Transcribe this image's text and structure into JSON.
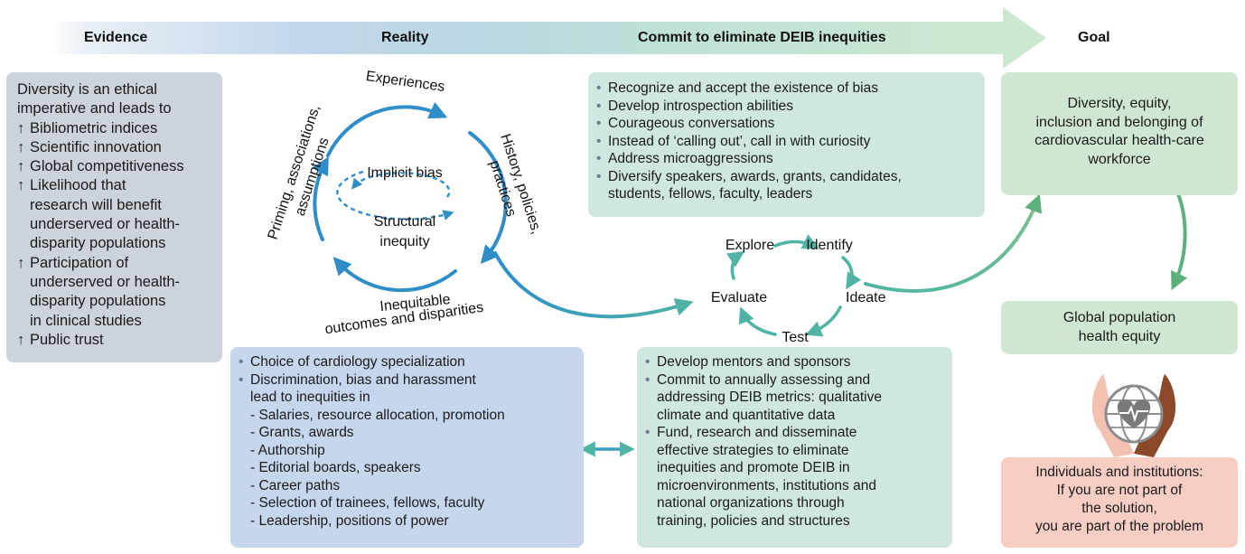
{
  "header": {
    "evidence": "Evidence",
    "reality": "Reality",
    "commit": "Commit to eliminate DEIB inequities",
    "goal": "Goal"
  },
  "evidence": {
    "intro_line1": "Diversity is an ethical",
    "intro_line2": "imperative and leads to",
    "up_symbol": "↑",
    "items": [
      [
        "Bibliometric indices"
      ],
      [
        "Scientific innovation"
      ],
      [
        "Global competitiveness"
      ],
      [
        "Likelihood that",
        "research will benefit",
        "underserved or health-",
        "disparity populations"
      ],
      [
        "Participation of",
        "underserved or health-",
        "disparity populations",
        "in clinical studies"
      ],
      [
        "Public trust"
      ]
    ]
  },
  "cycle": {
    "experiences": "Experiences",
    "history_line1": "History, policies,",
    "history_line2": "practices",
    "priming_line1": "Priming, associations,",
    "priming_line2": "assumptions",
    "inequitable_line1": "Inequitable",
    "inequitable_line2": "outcomes and disparities",
    "implicit_bias": "Implicit bias",
    "structural_line1": "Structural",
    "structural_line2": "inequity"
  },
  "small_cycle": {
    "explore": "Explore",
    "identify": "Identify",
    "ideate": "Ideate",
    "test": "Test",
    "evaluate": "Evaluate"
  },
  "commit_top": {
    "items": [
      [
        "Recognize and accept the existence of bias"
      ],
      [
        "Develop introspection abilities"
      ],
      [
        "Courageous conversations"
      ],
      [
        "Instead of ‘calling out’, call in with curiosity"
      ],
      [
        "Address microaggressions"
      ],
      [
        "Diversify speakers, awards, grants, candidates,",
        "students, fellows, faculty, leaders"
      ]
    ]
  },
  "reality_box": {
    "item1": "Choice of cardiology specialization",
    "item2_line1": "Discrimination, bias and harassment",
    "item2_line2": "lead to inequities in",
    "subitems": [
      "- Salaries, resource allocation, promotion",
      "- Grants, awards",
      "- Authorship",
      "- Editorial boards, speakers",
      "- Career paths",
      "- Selection of trainees, fellows, faculty",
      "- Leadership, positions of power"
    ]
  },
  "commit_bottom": {
    "items": [
      [
        "Develop mentors and sponsors"
      ],
      [
        "Commit to annually assessing and",
        "addressing DEIB metrics: qualitative",
        "climate and quantitative data"
      ],
      [
        "Fund, research and disseminate",
        "effective strategies to eliminate",
        "inequities and promote DEIB in",
        "microenvironments, institutions and",
        "national organizations through",
        "training, policies and structures"
      ]
    ]
  },
  "goal": {
    "box1": [
      "Diversity, equity,",
      "inclusion and belonging of",
      "cardiovascular health-care",
      "workforce"
    ],
    "box2": [
      "Global population",
      "health equity"
    ],
    "box3": [
      "Individuals and institutions:",
      "If you are not part of",
      "the solution,",
      "you are part of the problem"
    ]
  },
  "colors": {
    "evidence_box": "#cdd3da",
    "reality_box": "#c6d6ec",
    "commit_box": "#cfe7e0",
    "goal_box": "#cfe6d3",
    "quote_box": "#f7cdc4",
    "cycle_blue": "#2f8dc8",
    "teal": "#4fb4a4",
    "green": "#5bb07c"
  }
}
